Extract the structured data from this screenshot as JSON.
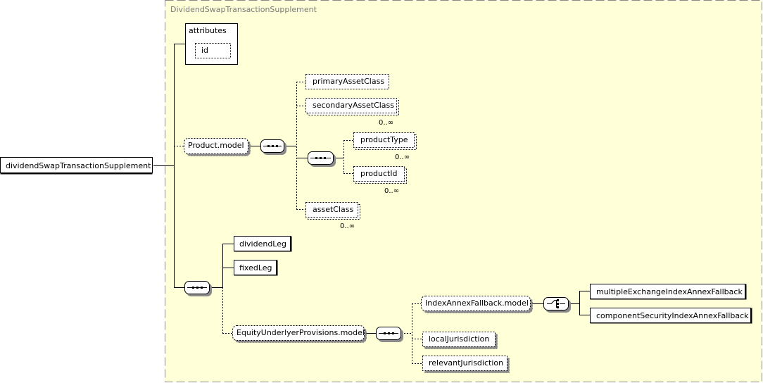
{
  "diagram": {
    "group_title": "DividendSwapTransactionSupplement",
    "root": "dividendSwapTransactionSupplement",
    "attributes": {
      "label": "attributes",
      "id": "id"
    },
    "product_model": {
      "label": "Product.model",
      "primary_asset_class": "primaryAssetClass",
      "secondary_asset_class": "secondaryAssetClass",
      "secondary_asset_class_card": "0..∞",
      "product_type": "productType",
      "product_type_card": "0..∞",
      "product_id": "productId",
      "product_id_card": "0..∞",
      "asset_class": "assetClass",
      "asset_class_card": "0..∞"
    },
    "dividend_leg": "dividendLeg",
    "fixed_leg": "fixedLeg",
    "equity_underlyer_provisions": {
      "label": "EquityUnderlyerProvisions.model",
      "index_annex_fallback": {
        "label": "IndexAnnexFallback.model",
        "multiple_exchange": "multipleExchangeIndexAnnexFallback",
        "component_security": "componentSecurityIndexAnnexFallback"
      },
      "local_jurisdiction": "localJurisdiction",
      "relevant_jurisdiction": "relevantJurisdiction"
    }
  }
}
